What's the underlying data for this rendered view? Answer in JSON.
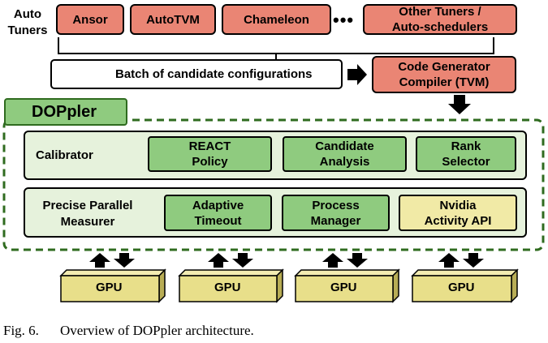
{
  "auto_tuners_label": "Auto\nTuners",
  "tuners": [
    "Ansor",
    "AutoTVM",
    "Chameleon",
    "Other Tuners /\nAuto-schedulers"
  ],
  "ellipsis": "•••",
  "batch_label": "Batch of candidate configurations",
  "code_generator": "Code Generator\nCompiler (TVM)",
  "doppler_title": "DOPpler",
  "calibrator": {
    "label": "Calibrator",
    "modules": [
      "REACT\nPolicy",
      "Candidate\nAnalysis",
      "Rank\nSelector"
    ]
  },
  "measurer": {
    "label": "Precise Parallel\nMeasurer",
    "modules": [
      "Adaptive\nTimeout",
      "Process\nManager",
      "Nvidia\nActivity API"
    ]
  },
  "gpus": [
    "GPU",
    "GPU",
    "GPU",
    "GPU"
  ],
  "caption_fig": "Fig. 6.",
  "caption_text": "Overview of DOPpler architecture.",
  "colors": {
    "tuner": "#ea8574",
    "module_green": "#8fcb7f",
    "module_yellow": "#f1eaa6",
    "panel": "#e6f2dc",
    "frame_dash": "#2f6b1f",
    "gpu": "#e8df8a"
  }
}
